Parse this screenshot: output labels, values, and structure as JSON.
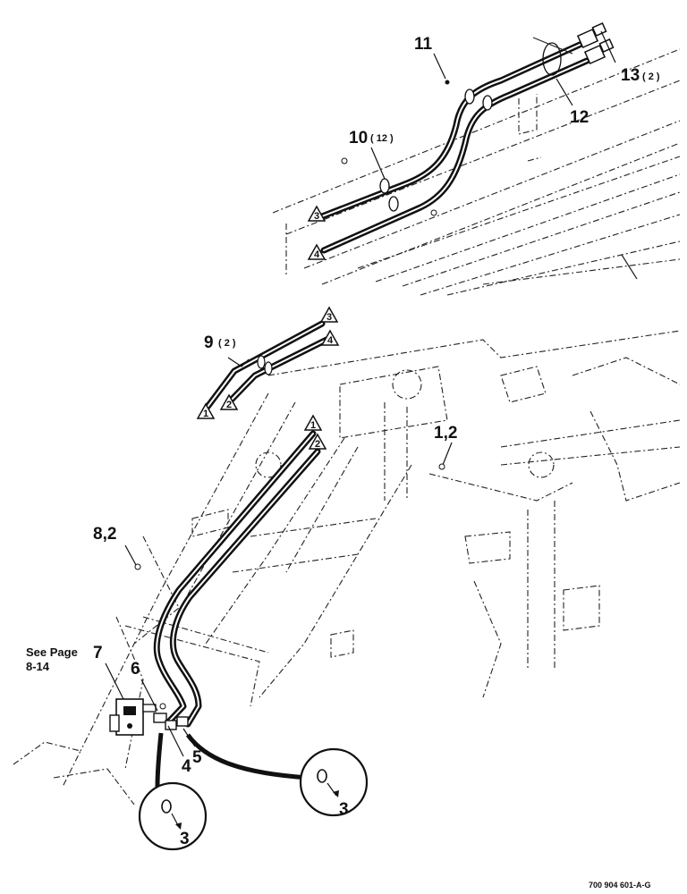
{
  "diagram": {
    "callouts": {
      "c11": "11",
      "c12": "12",
      "c13": "13",
      "c13_qty": "( 2 )",
      "c10": "10",
      "c10_qty": "( 12 )",
      "c9": "9",
      "c9_qty": "( 2 )",
      "c1_2": "1,2",
      "c8_2": "8,2",
      "c7": "7",
      "c6": "6",
      "c4": "4",
      "c5": "5"
    },
    "see_page": {
      "line1": "See Page",
      "line2": "8-14"
    },
    "hose_ends": {
      "t1": "1",
      "t2": "2",
      "t3": "3",
      "t4": "4"
    },
    "detail_circles": {
      "label": "3"
    },
    "drawing_number": "700 904 601-A-G"
  }
}
